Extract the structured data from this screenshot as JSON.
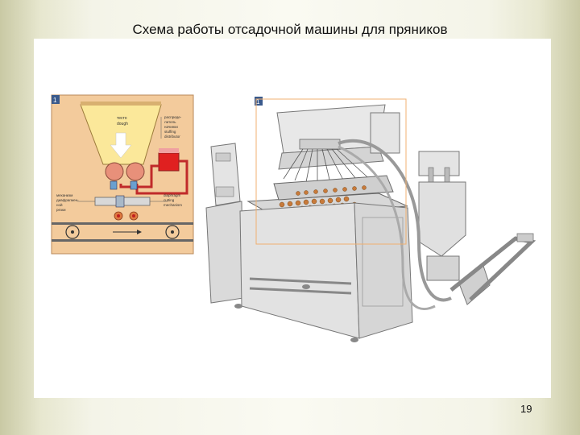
{
  "slide": {
    "title": "Схема работы отсадочной машины для пряников",
    "page_number": "19"
  },
  "inset_diagram": {
    "number": "1",
    "label_dough": [
      "тесто",
      "dough"
    ],
    "label_distributor": [
      "распреде-",
      "литель",
      "начинки",
      "stuffing",
      "distributor"
    ],
    "label_left": [
      "механизм",
      "диафрагмен-",
      "ной",
      "резки"
    ],
    "label_right": [
      "diaphragm",
      "cutting",
      "mechanism"
    ]
  },
  "machine_diagram": {
    "number": "1"
  }
}
